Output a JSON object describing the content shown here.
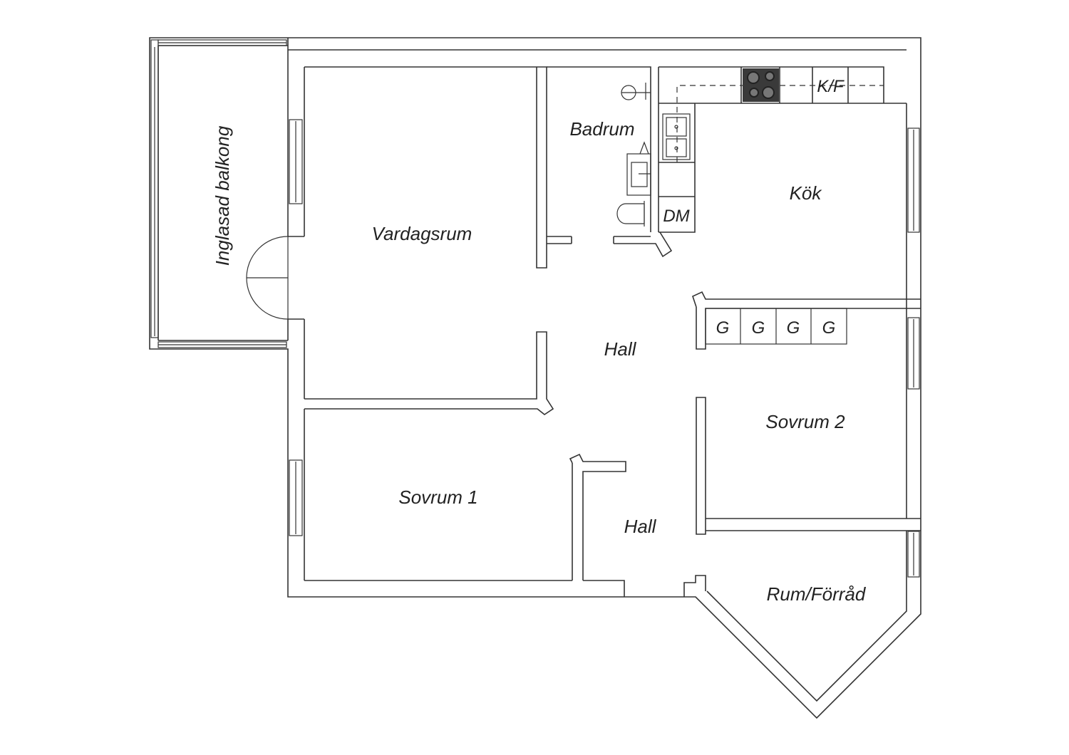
{
  "rooms": {
    "balcony": "Inglasad balkong",
    "living_room": "Vardagsrum",
    "bathroom": "Badrum",
    "kitchen": "Kök",
    "hall_upper": "Hall",
    "hall_lower": "Hall",
    "bedroom_1": "Sovrum 1",
    "bedroom_2": "Sovrum 2",
    "storage": "Rum/Förråd"
  },
  "fixtures": {
    "fridge_freezer": "K/F",
    "dishwasher": "DM",
    "wardrobes": [
      "G",
      "G",
      "G",
      "G"
    ]
  },
  "colors": {
    "wall_stroke": "#333333",
    "background": "#ffffff",
    "stove": "#3a3a3a"
  }
}
